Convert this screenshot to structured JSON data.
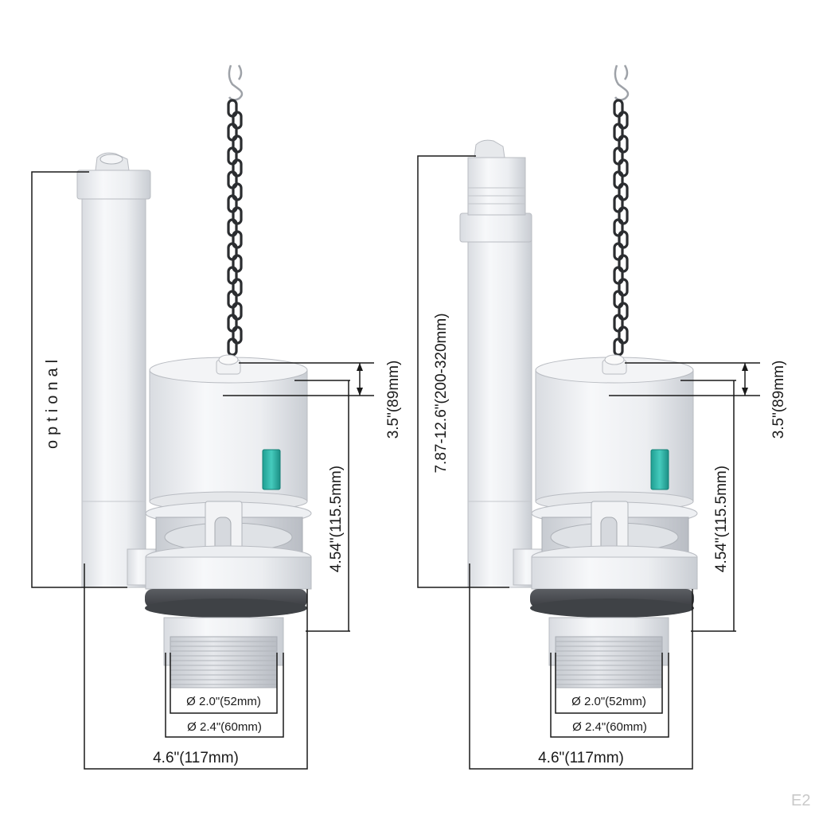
{
  "left_valve": {
    "overflow_label": "optional",
    "float_height": "3.5\"(89mm)",
    "body_height": "4.54\"(115.5mm)",
    "inner_diameter": "Ø 2.0\"(52mm)",
    "outer_diameter": "Ø 2.4\"(60mm)",
    "flange_width": "4.6\"(117mm)"
  },
  "right_valve": {
    "tube_height": "7.87-12.6\"(200-320mm)",
    "float_height": "3.5\"(89mm)",
    "body_height": "4.54\"(115.5mm)",
    "inner_diameter": "Ø 2.0\"(52mm)",
    "outer_diameter": "Ø 2.4\"(60mm)",
    "flange_width": "4.6\"(117mm)"
  },
  "watermark": "E2",
  "colors": {
    "indicator": "#2ab5a8",
    "gasket": "#4a4d52",
    "chain": "#2b2d30",
    "plastic": "#eef0f3"
  },
  "icons": [
    "chain-hook-icon",
    "flush-valve-illustration"
  ]
}
